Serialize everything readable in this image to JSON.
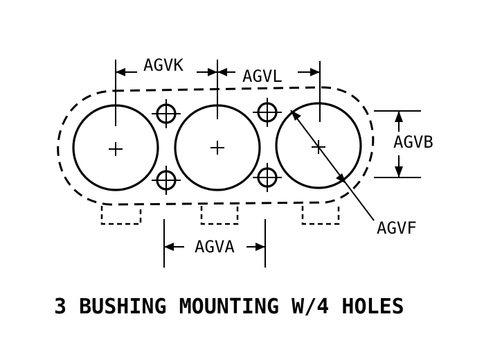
{
  "figure": {
    "caption": "3 BUSHING MOUNTING W/4 HOLES",
    "dimensions": {
      "spacing_1": "AGVK",
      "spacing_2": "AGVL",
      "height": "AGVB",
      "diameter": "AGVF",
      "foot_spacing": "AGVA"
    }
  },
  "colors": {
    "line": "#000000",
    "background": "#ffffff"
  }
}
